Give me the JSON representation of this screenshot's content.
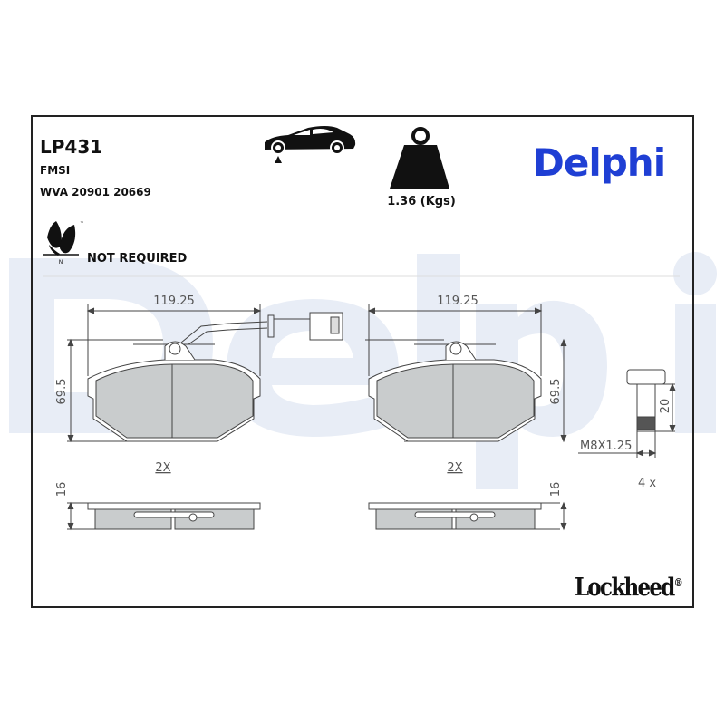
{
  "header": {
    "part_number": "LP431",
    "fmsi_label": "FMSI",
    "wva": "WVA 20901 20669",
    "weight": "1.36 (Kgs)",
    "eco_status": "NOT REQUIRED",
    "eco_icon_label": "N",
    "eco_tm": "™"
  },
  "brand": {
    "logo": "Delphi",
    "color": "#1f3fd4",
    "watermark": "Delphi",
    "watermark_color": "#e8edf6",
    "secondary_logo": "Lockheed",
    "registered": "®"
  },
  "icons": [
    "car-axle-icon",
    "weight-icon",
    "eco-leaf-icon"
  ],
  "drawing": {
    "left_pad": {
      "width": "119.25",
      "height": "69.5",
      "thickness": "16",
      "quantity": "2X",
      "has_wear_sensor": true
    },
    "right_pad": {
      "width": "119.25",
      "height": "69.5",
      "thickness": "16",
      "quantity": "2X",
      "has_wear_sensor": false
    },
    "bolt": {
      "thread": "M8X1.25",
      "length": "20",
      "quantity": "4 x"
    }
  }
}
